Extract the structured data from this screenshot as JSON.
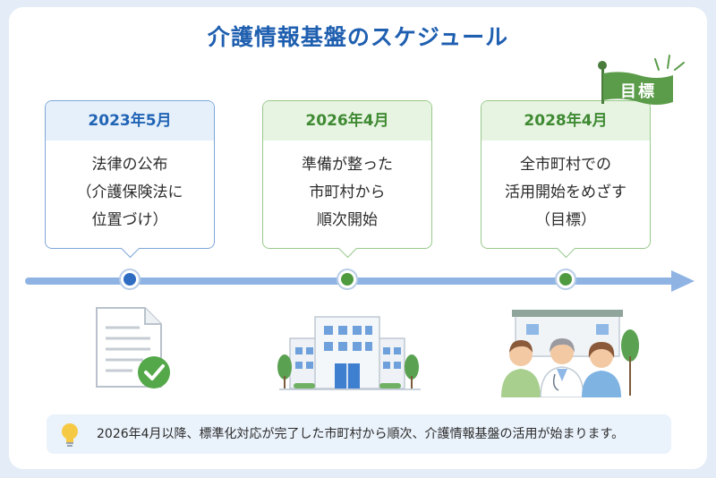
{
  "title": "介護情報基盤のスケジュール",
  "milestones": [
    {
      "date": "2023年5月",
      "lines": [
        "法律の公布",
        "（介護保険法に",
        "位置づけ）"
      ],
      "color": "#2f6dc3"
    },
    {
      "date": "2026年4月",
      "lines": [
        "準備が整った",
        "市町村から",
        "順次開始"
      ],
      "color": "#4f9a3e"
    },
    {
      "date": "2028年4月",
      "lines": [
        "全市町村での",
        "活用開始をめざす",
        "（目標）"
      ],
      "color": "#4f9a3e"
    }
  ],
  "goal_flag": "目標",
  "note": "2026年4月以降、標準化対応が完了した市町村から順次、介護情報基盤の活用が始まります。",
  "colors": {
    "accent_blue": "#1f5fb0",
    "accent_green": "#4f9a3e",
    "timeline": "#8fb4e4"
  },
  "icons": [
    "document-check-icon",
    "city-hall-icon",
    "care-workers-icon",
    "lightbulb-icon",
    "goal-flag-icon"
  ]
}
